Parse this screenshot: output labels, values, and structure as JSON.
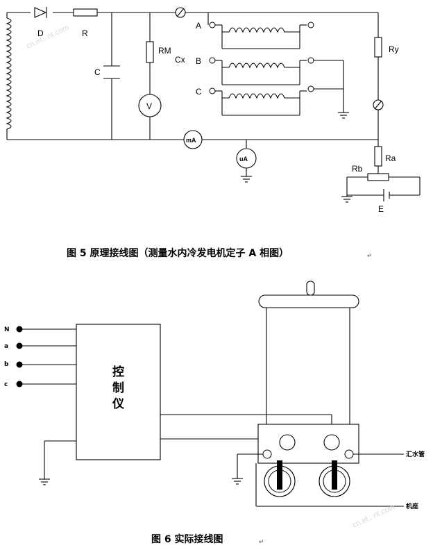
{
  "figure5": {
    "caption": "图 5  原理接线图（测量水内冷发电机定子 A 相图）",
    "labels": {
      "D": "D",
      "R": "R",
      "C": "C",
      "RM": "RM",
      "V": "V",
      "Cx": "Cx",
      "A": "A",
      "B": "B",
      "Cph": "C",
      "Ry": "Ry",
      "mA": "mA",
      "uA": "uA",
      "Ra": "Ra",
      "Rb": "Rb",
      "E": "E"
    }
  },
  "figure6": {
    "caption": "图 6   实际接线图",
    "controller": [
      "控",
      "制",
      "仪"
    ],
    "terminals": [
      "N",
      "a",
      "b",
      "c"
    ],
    "manifold_label": "汇水管",
    "frame_label": "机座"
  },
  "return_mark": "↵",
  "watermark": "cn.ef...nt.com"
}
